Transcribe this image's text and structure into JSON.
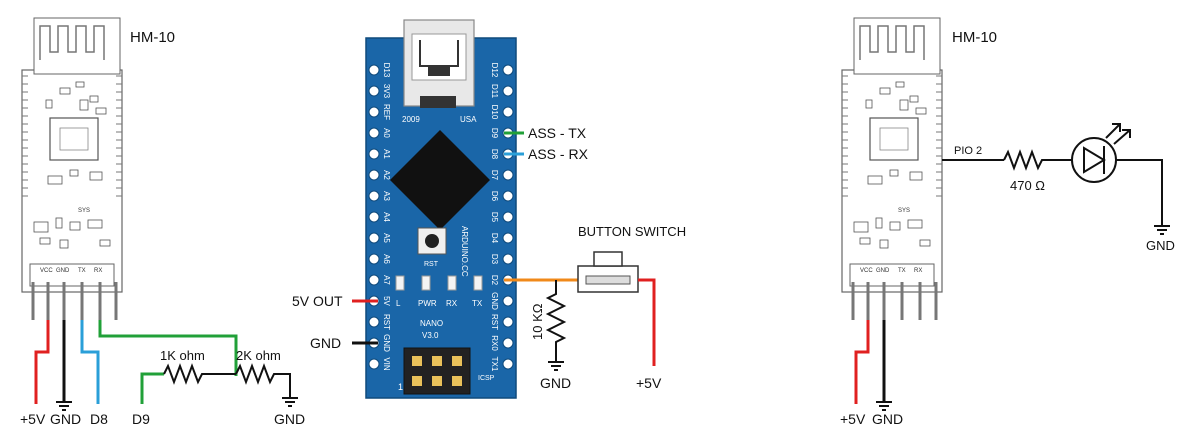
{
  "left_module": {
    "title": "HM-10",
    "pin_labels": [
      "VCC",
      "GND",
      "TX",
      "RX"
    ],
    "sys_label": "SYS",
    "conn_5v": "+5V",
    "conn_gnd": "GND",
    "conn_d8": "D8",
    "conn_d9": "D9",
    "r1_label": "1K ohm",
    "r2_label": "2K ohm",
    "divider_gnd": "GND"
  },
  "nano": {
    "left_pins": [
      "D13",
      "3V3",
      "REF",
      "A0",
      "A1",
      "A2",
      "A3",
      "A4",
      "A5",
      "A6",
      "A7",
      "5V",
      "RST",
      "GND",
      "VIN"
    ],
    "right_pins": [
      "D12",
      "D11",
      "D10",
      "D9",
      "D8",
      "D7",
      "D6",
      "D5",
      "D4",
      "D3",
      "D2",
      "GND",
      "RST",
      "RX0",
      "TX1"
    ],
    "year": "2009",
    "country": "USA",
    "rst_label": "RST",
    "brand": "ARDUINO.CC",
    "led_labels": [
      "L",
      "PWR",
      "RX",
      "TX"
    ],
    "model": [
      "NANO",
      "V3.0"
    ],
    "icsp": "ICSP",
    "icsp_pin1": "1",
    "label_5v_out": "5V OUT",
    "label_gnd": "GND",
    "label_tx": "ASS - TX",
    "label_rx": "ASS - RX"
  },
  "button_circuit": {
    "title": "BUTTON SWITCH",
    "resistor": "10 KΩ",
    "gnd": "GND",
    "vcc": "+5V"
  },
  "right_module": {
    "title": "HM-10",
    "pin_labels": [
      "VCC",
      "GND",
      "TX",
      "RX"
    ],
    "sys_label": "SYS",
    "pio_label": "PIO 2",
    "resistor": "470 Ω",
    "led_gnd": "GND",
    "conn_5v": "+5V",
    "conn_gnd": "GND"
  },
  "colors": {
    "board_blue": "#1a66a8",
    "wire_red": "#e02020",
    "wire_black": "#111111",
    "wire_blue": "#2a9fd8",
    "wire_green": "#21a038",
    "wire_orange": "#f0891a"
  }
}
